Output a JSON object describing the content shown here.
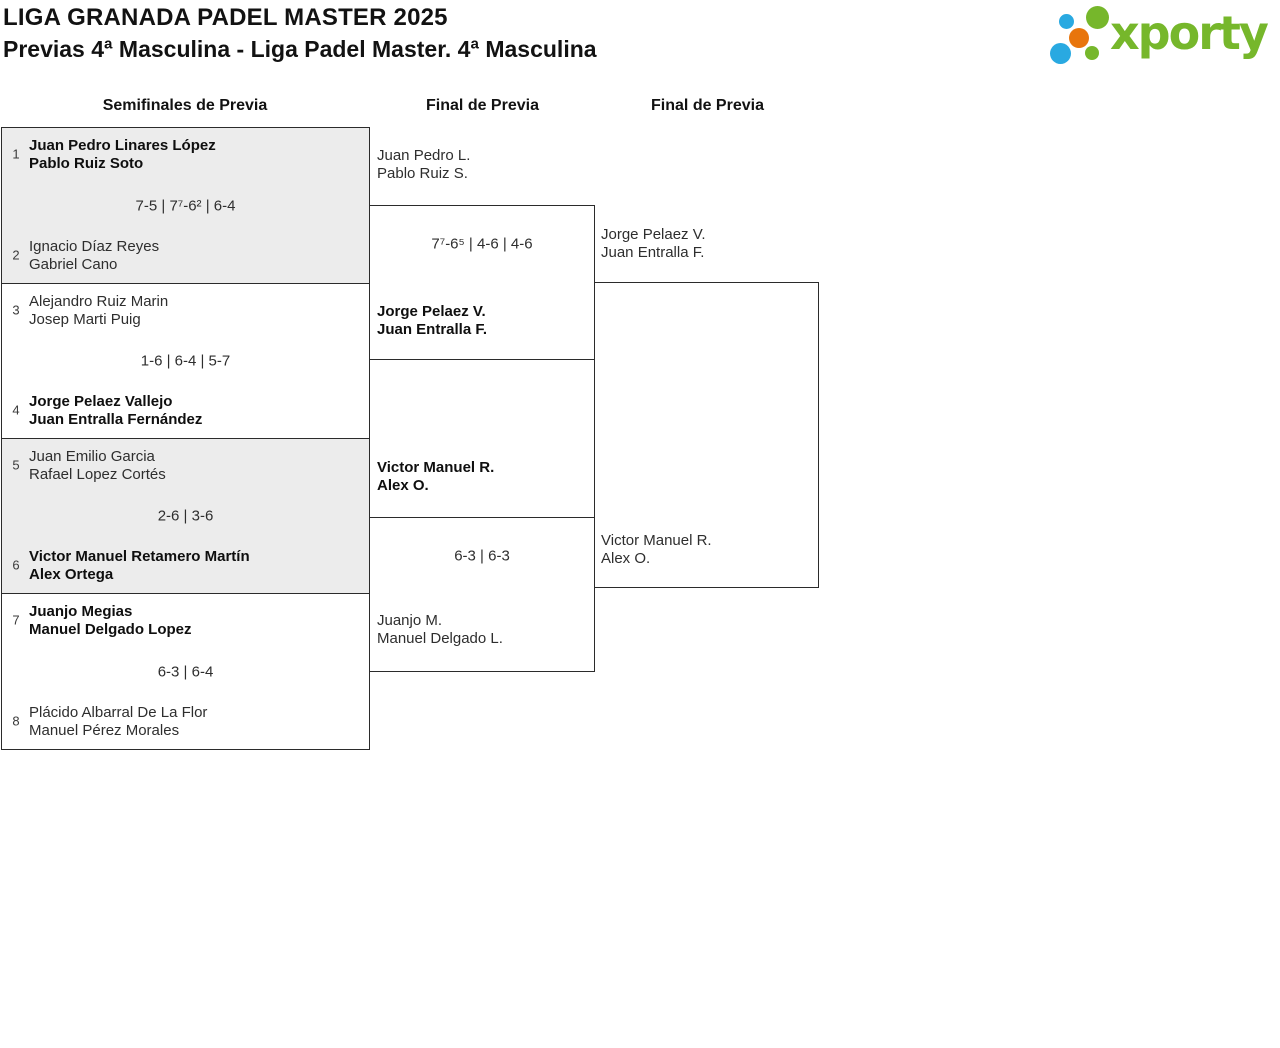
{
  "header": {
    "title": "LIGA GRANADA PADEL MASTER 2025",
    "subtitle": "Previas 4ª Masculina - Liga Padel Master. 4ª Masculina"
  },
  "logo": {
    "text": "xporty",
    "colors": {
      "green": "#76B72B",
      "blue": "#29A9E1",
      "orange": "#E8750C"
    }
  },
  "column_headers": [
    "Semifinales de Previa",
    "Final de Previa",
    "Final de Previa"
  ],
  "bracket": {
    "round1": [
      {
        "seed_top": "1",
        "top1": "Juan Pedro Linares López",
        "top2": "Pablo Ruiz Soto",
        "score": "7-5 | 7⁷-6² | 6-4",
        "seed_bottom": "2",
        "bottom1": "Ignacio Díaz Reyes",
        "bottom2": "Gabriel Cano",
        "winner": "top"
      },
      {
        "seed_top": "3",
        "top1": "Alejandro Ruiz Marin",
        "top2": "Josep Marti Puig",
        "score": "1-6 | 6-4 | 5-7",
        "seed_bottom": "4",
        "bottom1": "Jorge Pelaez Vallejo",
        "bottom2": "Juan Entralla Fernández",
        "winner": "bottom"
      },
      {
        "seed_top": "5",
        "top1": "Juan Emilio Garcia",
        "top2": "Rafael Lopez Cortés",
        "score": "2-6 | 3-6",
        "seed_bottom": "6",
        "bottom1": "Victor Manuel Retamero Martín",
        "bottom2": "Alex Ortega",
        "winner": "bottom"
      },
      {
        "seed_top": "7",
        "top1": "Juanjo Megias",
        "top2": "Manuel Delgado Lopez",
        "score": "6-3 | 6-4",
        "seed_bottom": "8",
        "bottom1": "Plácido Albarral De La Flor",
        "bottom2": "Manuel Pérez Morales",
        "winner": "top"
      }
    ],
    "semifinals": [
      {
        "top1": "Juan Pedro L.",
        "top2": "Pablo Ruiz S.",
        "score": "7⁷-6⁵ | 4-6 | 4-6",
        "bottom1": "Jorge Pelaez V.",
        "bottom2": "Juan Entralla F.",
        "winner": "bottom"
      },
      {
        "top1": "Victor Manuel R.",
        "top2": "Alex O.",
        "score": "6-3 | 6-3",
        "bottom1": "Juanjo M.",
        "bottom2": "Manuel Delgado L.",
        "winner": "top"
      }
    ],
    "final": {
      "top1": "Jorge Pelaez V.",
      "top2": "Juan Entralla F.",
      "bottom1": "Victor Manuel R.",
      "bottom2": "Alex O."
    }
  }
}
